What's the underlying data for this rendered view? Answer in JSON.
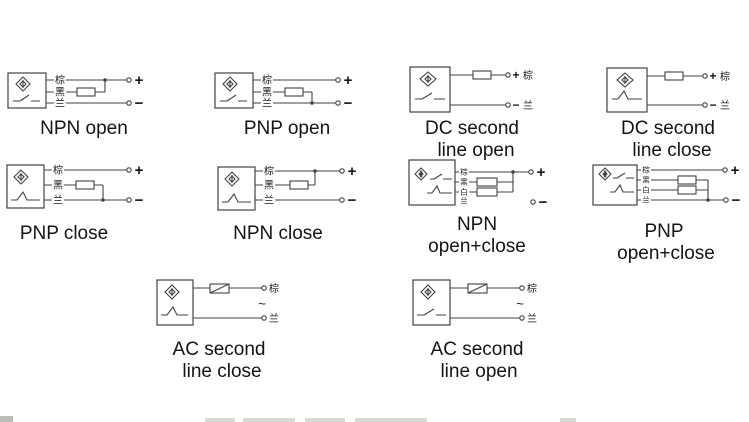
{
  "colors": {
    "background": "#ffffff",
    "line": "#424242",
    "text": "#141414"
  },
  "symbols": {
    "plus": "+",
    "minus": "−",
    "ac": "~"
  },
  "wire_labels": {
    "brown": "棕",
    "black": "黑",
    "white": "白",
    "blue": "兰"
  },
  "diagrams": {
    "npn_open": {
      "caption": "NPN open"
    },
    "pnp_open": {
      "caption": "PNP open"
    },
    "dc_open": {
      "caption1": "DC second",
      "caption2": "line open"
    },
    "dc_close": {
      "caption1": "DC second",
      "caption2": "line close"
    },
    "pnp_close": {
      "caption": "PNP close"
    },
    "npn_close": {
      "caption": "NPN close"
    },
    "npn_oc": {
      "caption1": "NPN",
      "caption2": "open+close"
    },
    "pnp_oc": {
      "caption1": "PNP",
      "caption2": "open+close"
    },
    "ac_close": {
      "caption1": "AC second",
      "caption2": "line close"
    },
    "ac_open": {
      "caption1": "AC second",
      "caption2": "line open"
    }
  }
}
